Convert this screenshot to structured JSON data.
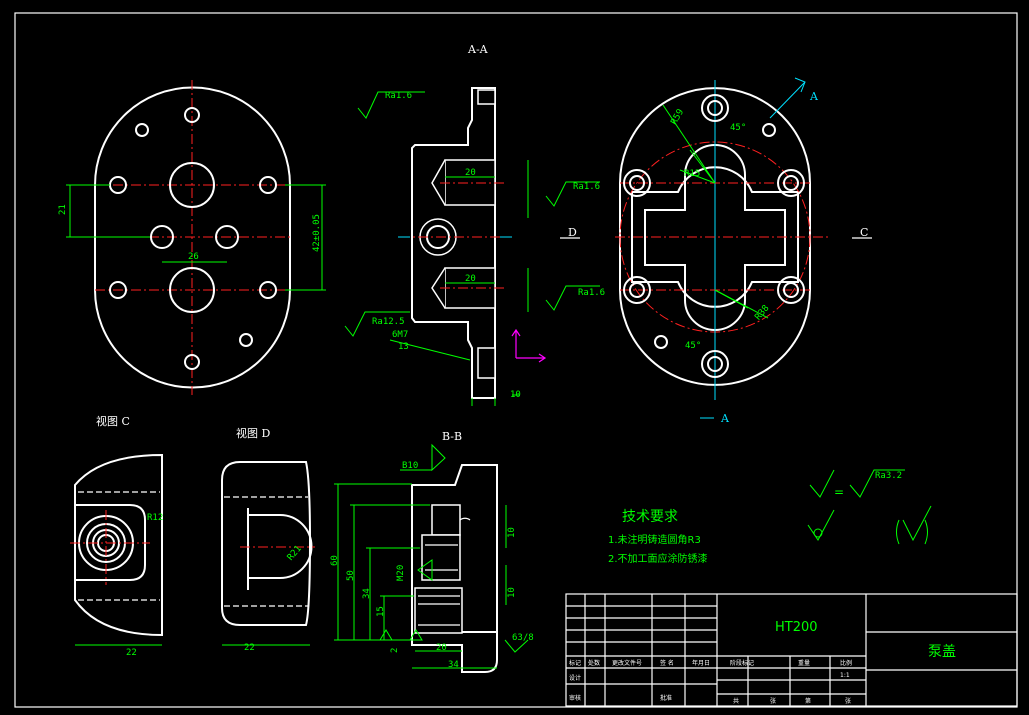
{
  "views": {
    "section_aa": "A-A",
    "section_bb": "B-B",
    "view_c": "视图 C",
    "view_d": "视图 D",
    "mark_a": "A",
    "mark_c": "C",
    "mark_d": "D"
  },
  "dims": {
    "d21": "21",
    "d26": "26",
    "d42": "42±0.05",
    "ra16": "Ra1.6",
    "ra125": "Ra12.5",
    "d20": "20",
    "d10": "10",
    "d6m7": "6M7",
    "d13": "13",
    "r12": "R12",
    "r21": "R21",
    "d22": "22",
    "d50": "50",
    "d60": "60",
    "d34": "34",
    "d15": "15",
    "d2": "2",
    "b10": "B10",
    "m20": "M20",
    "d63": "63/8",
    "deg45": "45°",
    "r59": "R59",
    "r38": "R38",
    "r15": "R15"
  },
  "tech": {
    "title": "技术要求",
    "line1": "1.未注明铸造圆角R3",
    "line2": "2.不加工面应涂防锈漆"
  },
  "symbols": {
    "ra32": "Ra3.2"
  },
  "title_block": {
    "material": "HT200",
    "part_name": "泵盖",
    "scale": "1:1"
  }
}
